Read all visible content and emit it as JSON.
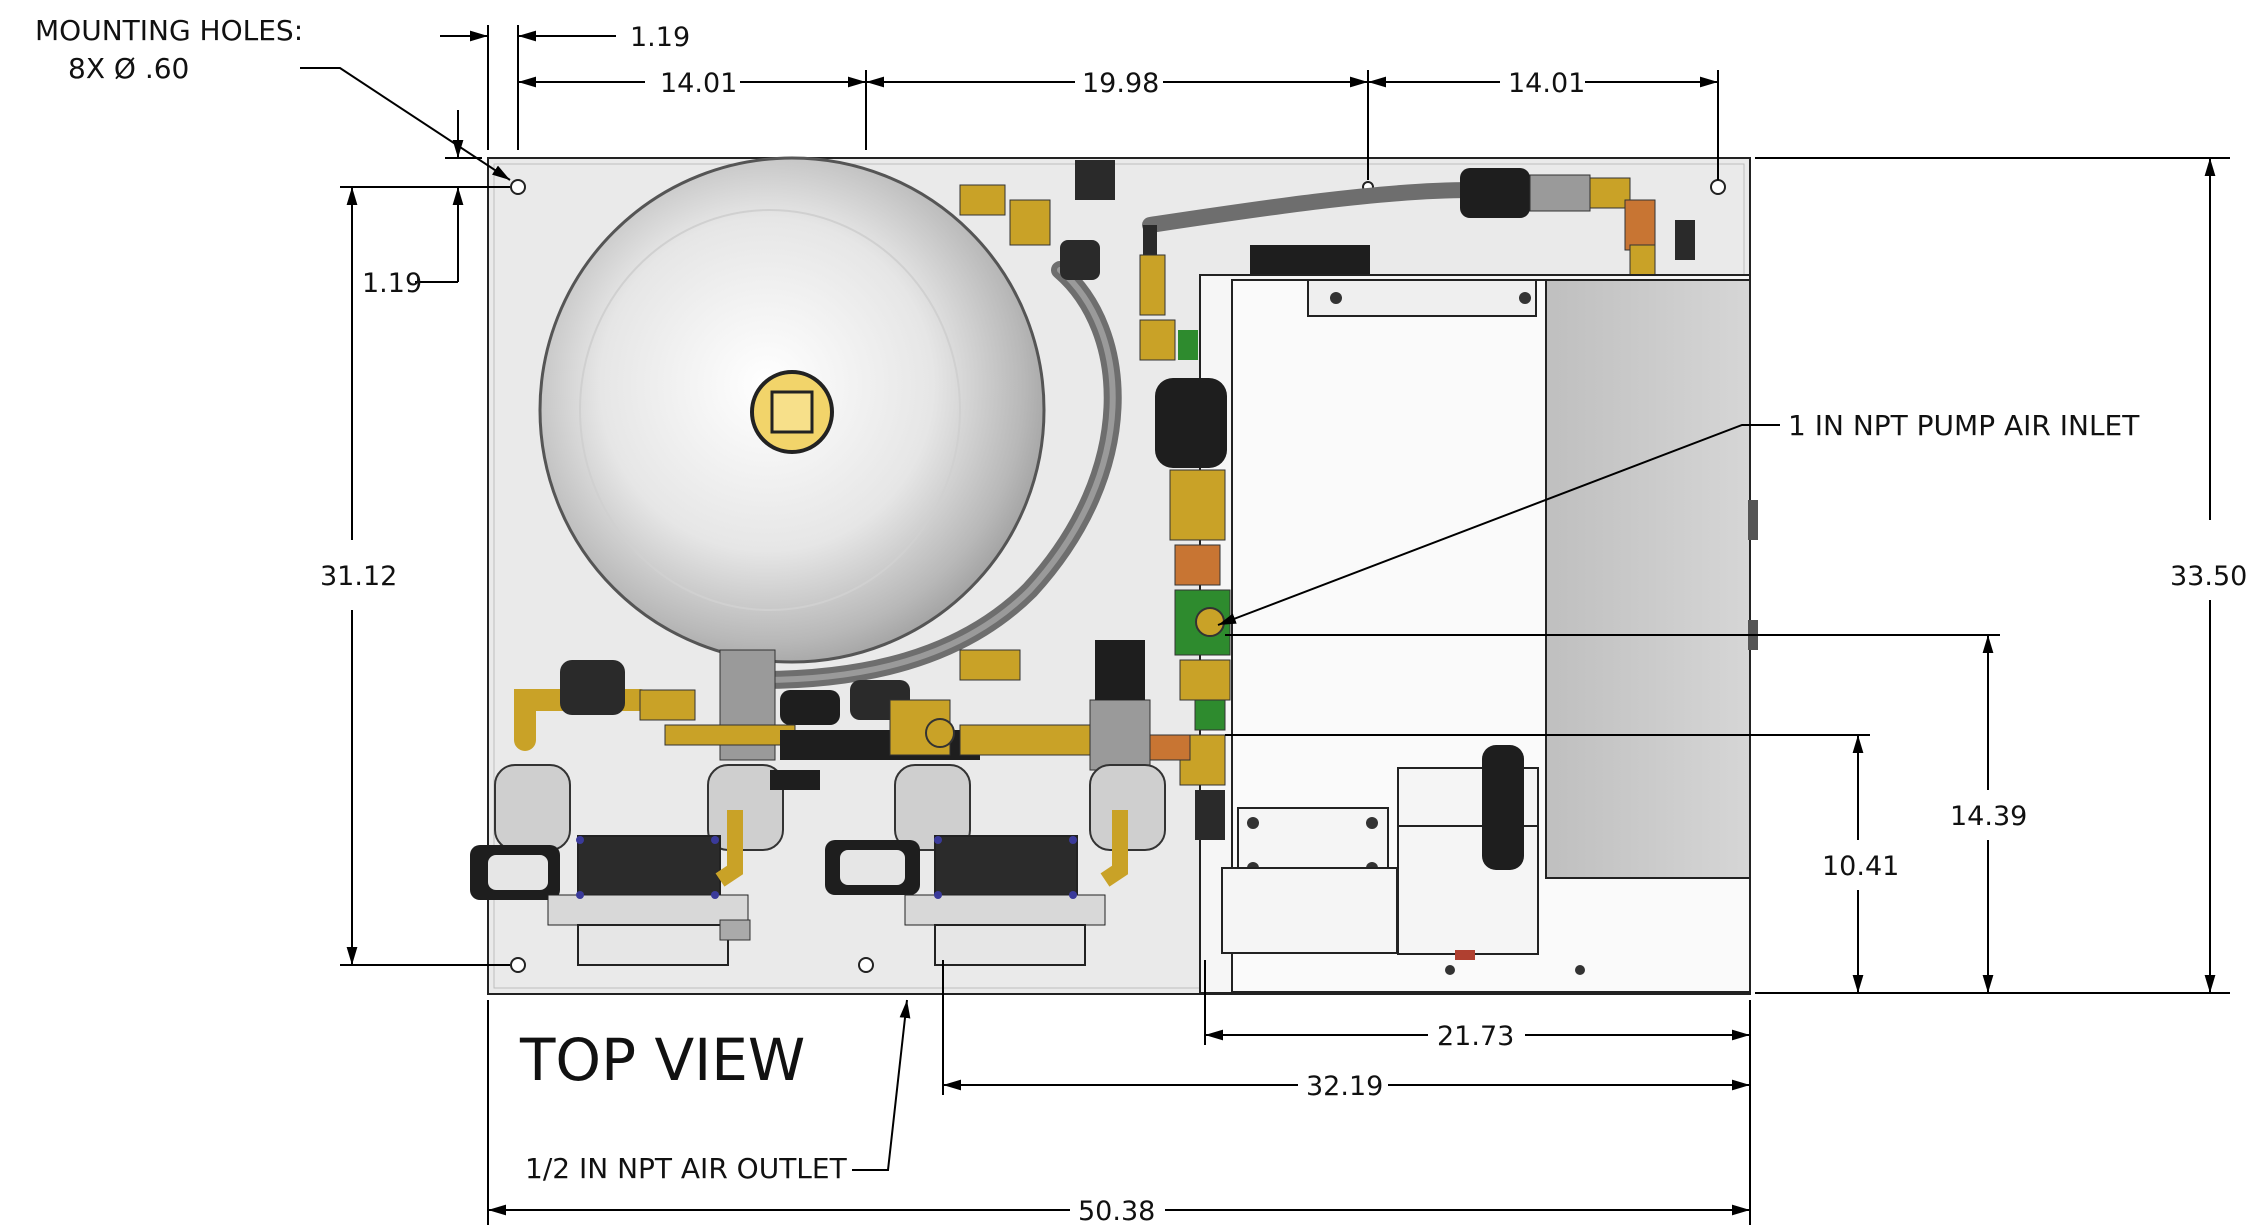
{
  "notes": {
    "mounting_title": "MOUNTING HOLES:",
    "mounting_spec": "8X  Ø  .60"
  },
  "view_title": "TOP VIEW",
  "callouts": {
    "air_outlet": "1/2 IN NPT AIR OUTLET",
    "pump_inlet": "1 IN NPT PUMP AIR INLET"
  },
  "dimensions": {
    "top_offset": "1.19",
    "hole_spacing_left": "14.01",
    "hole_spacing_center": "19.98",
    "hole_spacing_right": "14.01",
    "left_offset": "1.19",
    "hole_span_vertical": "31.12",
    "overall_height": "33.50",
    "inlet_height": "14.39",
    "outlet_height": "10.41",
    "cabinet_width": "21.73",
    "outlet_to_edge": "32.19",
    "overall_width": "50.38"
  },
  "colors": {
    "base_plate": "#e8e8e8",
    "tank": "#d4d4d4",
    "brass": "#c9a227",
    "green_fitting": "#2e8b2e",
    "dark_component": "#2a2a2a",
    "hose": "#6e6e6e",
    "copper": "#c87533"
  }
}
